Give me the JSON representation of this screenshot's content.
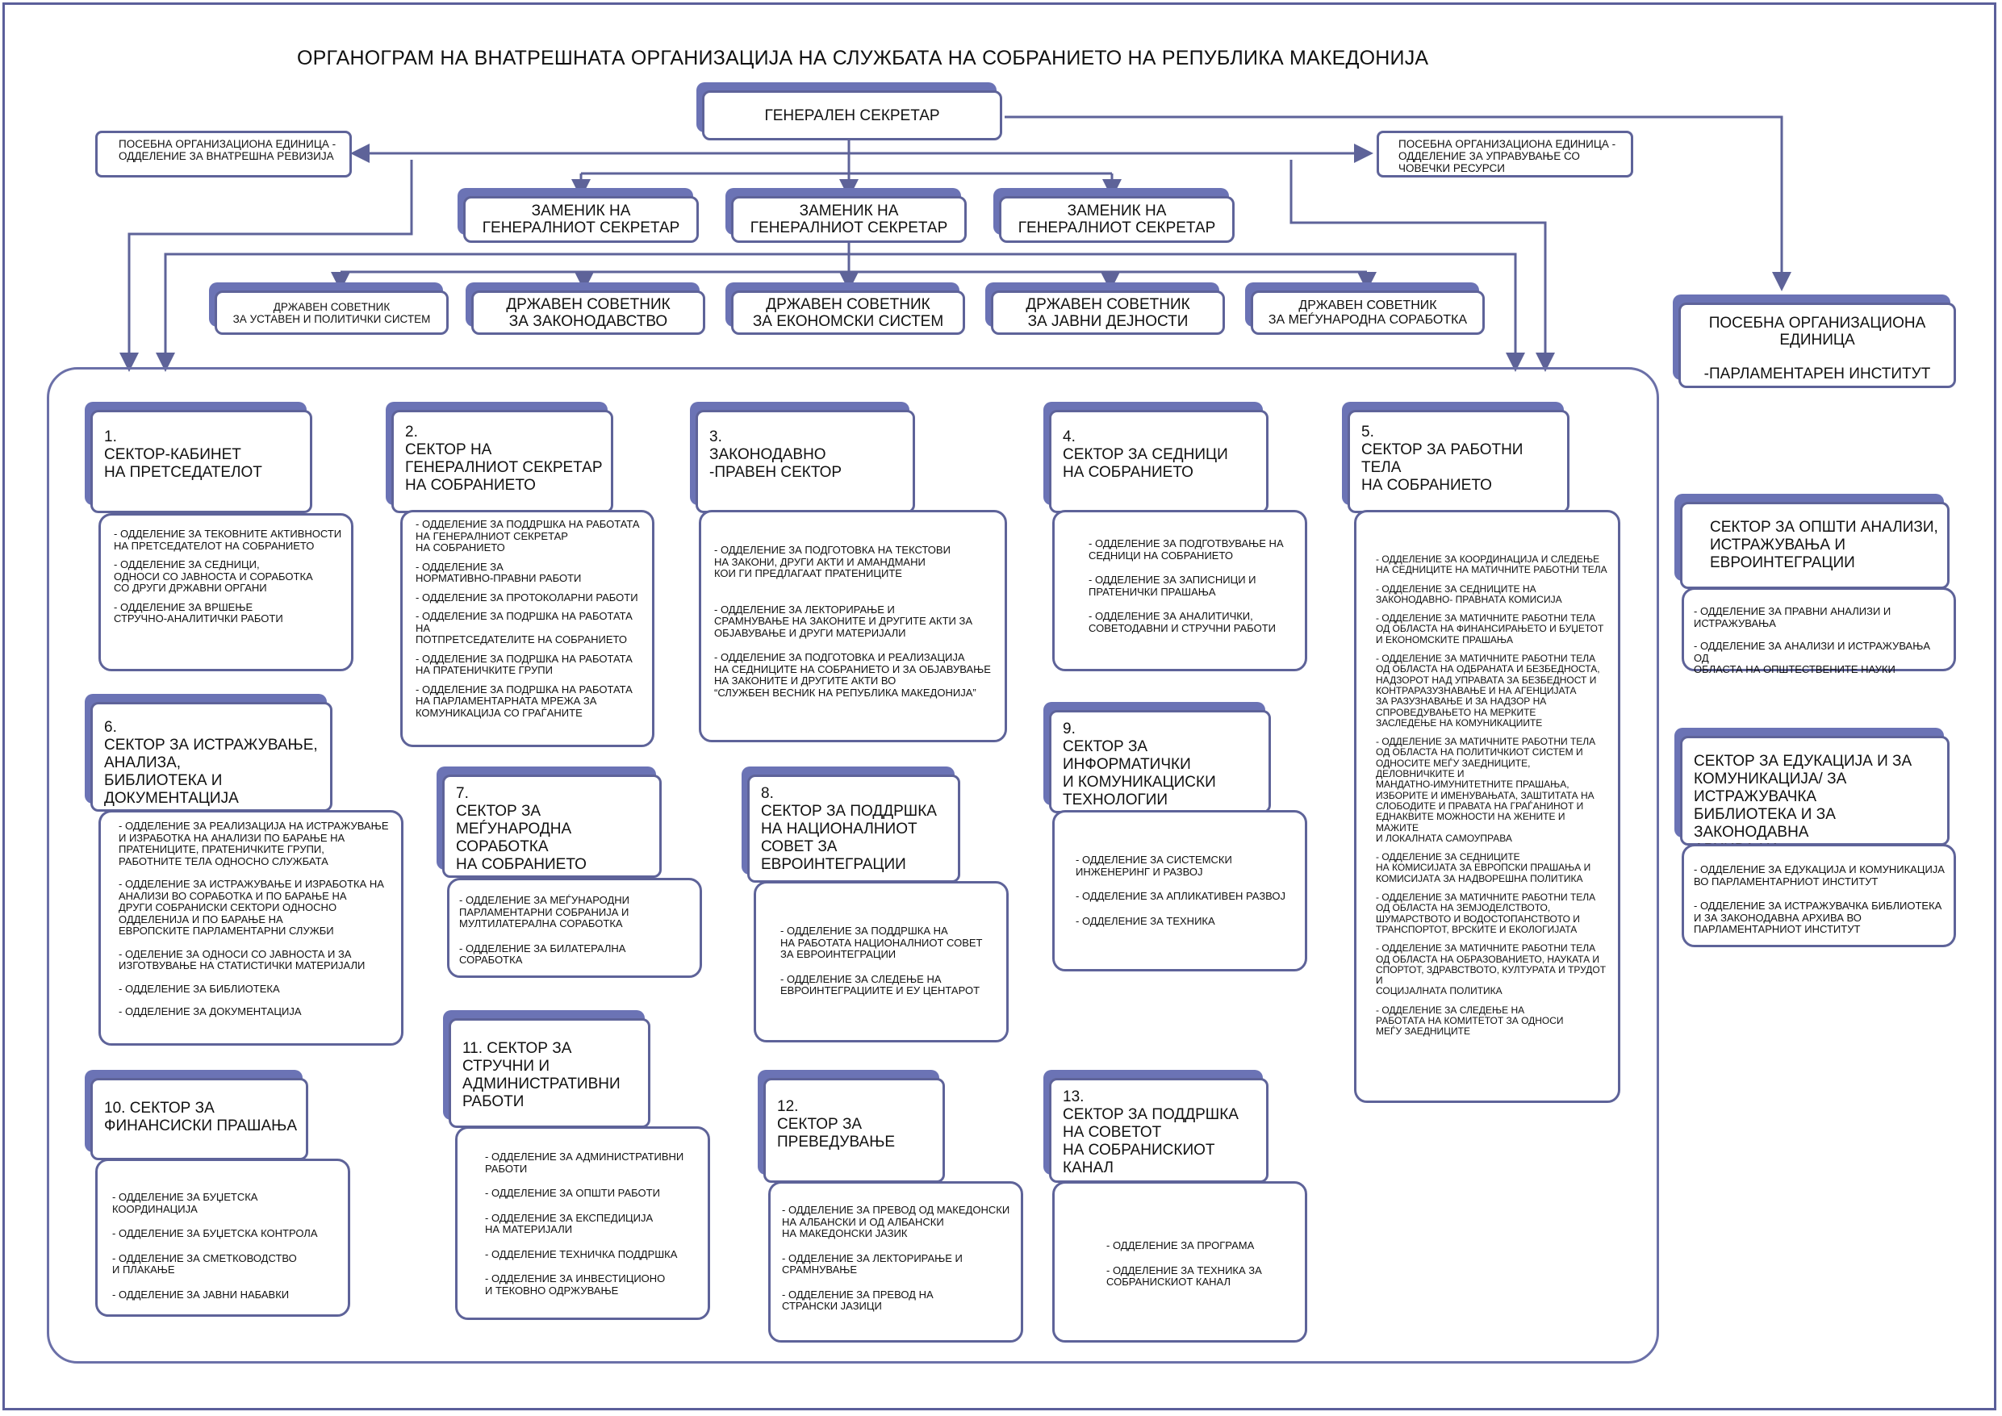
{
  "title": "ОРГАНОГРАМ НА ВНАТРЕШНАТА ОРГАНИЗАЦИЈА НА СЛУЖБАТА НА СОБРАНИЕТО НА РЕПУБЛИКА МАКЕДОНИЈА",
  "secretary_general": "ГЕНЕРАЛЕН СЕКРЕТАР",
  "special_left": "ПОСЕБНА ОРГАНИЗАЦИОНА ЕДИНИЦА -\nОДДЕЛЕНИЕ ЗА ВНАТРЕШНА РЕВИЗИЈА",
  "special_right": "ПОСЕБНА ОРГАНИЗАЦИОНА ЕДИНИЦА -\nОДДЕЛЕНИЕ ЗА УПРАВУВАЊЕ СО\nЧОВЕЧКИ РЕСУРСИ",
  "deputies": [
    "ЗАМЕНИК НА\nГЕНЕРАЛНИОТ СЕКРЕТАР",
    "ЗАМЕНИК НА\nГЕНЕРАЛНИОТ СЕКРЕТАР",
    "ЗАМЕНИК НА\nГЕНЕРАЛНИОТ СЕКРЕТАР"
  ],
  "advisors": [
    "ДРЖАВЕН СОВЕТНИК\nЗА УСТАВЕН И ПОЛИТИЧКИ СИСТЕМ",
    "ДРЖАВЕН СОВЕТНИК\nЗА ЗАКОНОДАВСТВО",
    "ДРЖАВЕН СОВЕТНИК\nЗА ЕКОНОМСКИ СИСТЕМ",
    "ДРЖАВЕН СОВЕТНИК\nЗА ЈАВНИ ДЕЈНОСТИ",
    "ДРЖАВЕН СОВЕТНИК\nЗА МЕЃУНАРОДНА СОРАБОТКА"
  ],
  "institute": {
    "title": "ПОСЕБНА ОРГАНИЗАЦИОНА\nЕДИНИЦА\n\n-ПАРЛАМЕНТАРЕН ИНСТИТУТ",
    "sectors": [
      {
        "title": "СЕКТОР ЗА ОПШТИ АНАЛИЗИ,\nИСТРАЖУВАЊА И\nЕВРОИНТЕГРАЦИИ",
        "departments": [
          "- ОДДЕЛЕНИЕ ЗА ПРАВНИ АНАЛИЗИ И ИСТРАЖУВАЊА",
          "- ОДДЕЛЕНИЕ ЗА АНАЛИЗИ И ИСТРАЖУВАЊА ОД\nОБЛАСТА НА ОПШТЕСТВЕНИТЕ НАУКИ"
        ]
      },
      {
        "title": "СЕКТОР ЗА ЕДУКАЦИЈА И ЗА\nКОМУНИКАЦИЈА/ ЗА ИСТРАЖУВАЧКА\nБИБЛИОТЕКА И ЗА ЗАКОНОДАВНА\nАРХИВА НА ПАРЛАМЕНТАРНИОТ\nИНСТИТУТ",
        "departments": [
          "- ОДДЕЛЕНИЕ ЗА ЕДУКАЦИЈА И КОМУНИКАЦИЈА\nВО ПАРЛАМЕНТАРНИОТ ИНСТИТУТ",
          "- ОДДЕЛЕНИЕ ЗА ИСТРАЖУВАЧКА БИБЛИОТЕКА\nИ ЗА ЗАКОНОДАВНА АРХИВА ВО\nПАРЛАМЕНТАРНИОТ ИНСТИТУТ"
        ]
      }
    ]
  },
  "sectors": [
    {
      "title": "1.\nСЕКТОР-КАБИНЕТ\nНА  ПРЕТСЕДАТЕЛОТ",
      "departments": [
        "- ОДДЕЛЕНИЕ ЗА ТЕКОВНИТЕ АКТИВНОСТИ\nНА ПРЕТСЕДАТЕЛОТ НА СОБРАНИЕТО",
        "- ОДДЕЛЕНИЕ ЗА  СЕДНИЦИ,\nОДНОСИ СО ЈАВНОСТА  И СОРАБОТКА\nСО ДРУГИ ДРЖАВНИ ОРГАНИ",
        "- ОДДЕЛЕНИЕ ЗА ВРШЕЊЕ\nСТРУЧНО-АНАЛИТИЧКИ РАБОТИ"
      ]
    },
    {
      "title": "2.\nСЕКТОР НА\nГЕНЕРАЛНИОТ СЕКРЕТАР\nНА СОБРАНИЕТО",
      "departments": [
        "- ОДДЕЛЕНИЕ ЗА ПОДДРШКА НА РАБОТАТА\nНА ГЕНЕРАЛНИОТ СЕКРЕТАР\nНА СОБРАНИЕТО",
        "- ОДДЕЛЕНИЕ ЗА\nНОРМАТИВНО-ПРАВНИ РАБОТИ",
        "- ОДДЕЛЕНИЕ ЗА ПРОТОКОЛАРНИ РАБОТИ",
        "- ОДДЕЛЕНИЕ ЗА ПОДРШКА НА РАБОТАТА НА\nПОТПРЕТСЕДАТЕЛИТЕ НА СОБРАНИЕТО",
        "- ОДДЕЛЕНИЕ ЗА ПОДРШКА НА РАБОТАТА\nНА ПРАТЕНИЧКИТЕ ГРУПИ",
        "- ОДДЕЛЕНИЕ ЗА ПОДРШКА НА РАБОТАТА\nНА ПАРЛАМЕНТАРНАТА МРЕЖА ЗА\nКОМУНИКАЦИЈА СО ГРАЃАНИТЕ"
      ]
    },
    {
      "title": "3.\nЗАКОНОДАВНО\n-ПРАВЕН СЕКТОР",
      "departments": [
        "- ОДДЕЛЕНИЕ ЗА ПОДГОТОВКА НА ТЕКСТОВИ\nНА ЗАКОНИ, ДРУГИ АКТИ И АМАНДМАНИ\nКОИ ГИ ПРЕДЛАГААТ ПРАТЕНИЦИТЕ",
        "- ОДДЕЛЕНИЕ ЗА ЛЕКТОРИРАЊЕ И\nСРАМНУВАЊЕ НА ЗАКОНИТЕ И ДРУГИТЕ АКТИ ЗА\nОБЈАВУВАЊЕ И ДРУГИ МАТЕРИЈАЛИ",
        "- ОДДЕЛЕНИЕ ЗА ПОДГОТОВКА И РЕАЛИЗАЦИЈА\nНА СЕДНИЦИТЕ НА СОБРАНИЕТО И ЗА ОБЈАВУВАЊЕ\nНА ЗАКОНИТЕ И ДРУГИТЕ АКТИ ВО\n“СЛУЖБЕН ВЕСНИК НА РЕПУБЛИКА МАКЕДОНИЈА”"
      ]
    },
    {
      "title": "4.\nСЕКТОР ЗА СЕДНИЦИ\nНА СОБРАНИЕТО",
      "departments": [
        "- ОДДЕЛЕНИЕ ЗА ПОДГОТВУВАЊЕ НА\nСЕДНИЦИ НА СОБРАНИЕТО",
        "- ОДДЕЛЕНИЕ ЗА ЗАПИСНИЦИ И\nПРАТЕНИЧКИ ПРАШАЊА",
        "- ОДДЕЛЕНИЕ ЗА АНАЛИТИЧКИ,\nСОВЕТОДАВНИ И СТРУЧНИ РАБОТИ"
      ]
    },
    {
      "title": "5.\nСЕКТОР ЗА РАБОТНИ ТЕЛА\nНА СОБРАНИЕТО",
      "departments": [
        "- ОДДЕЛЕНИЕ ЗА КООРДИНАЦИЈА И СЛЕДЕЊЕ\nНА СЕДНИЦИТЕ НА МАТИЧНИТЕ РАБОТНИ ТЕЛА",
        "- ОДДЕЛЕНИЕ ЗА СЕДНИЦИТЕ НА\nЗАКОНОДАВНО- ПРАВНАТА  КОМИСИЈА",
        "- ОДДЕЛЕНИЕ ЗА МАТИЧНИТЕ РАБОТНИ ТЕЛА\nОД ОБЛАСТА НА ФИНАНСИРАЊЕТО И БУЏЕТОТ\nИ ЕКОНОМСКИТЕ ПРАШАЊА",
        "- ОДДЕЛЕНИЕ ЗА МАТИЧНИТЕ РАБОТНИ  ТЕЛА\nОД ОБЛАСТА НА ОДБРАНАТА И БЕЗБЕДНОСТА,\nНАДЗОРОТ НАД УПРАВАТА ЗА БЕЗБЕДНОСТ И\nКОНТРАРАЗУЗНАВАЊЕ И НА АГЕНЦИЈАТА\nЗА РАЗУЗНАВАЊЕ  И ЗА НАДЗОР НА\nСПРОВЕДУВАЊЕТО НА МЕРКИТЕ\nЗАСЛЕДЕЊЕ НА КОМУНИКАЦИИТЕ",
        "- ОДДЕЛЕНИЕ ЗА МАТИЧНИТЕ РАБОТНИ  ТЕЛА\nОД ОБЛАСТА НА ПОЛИТИЧКИОТ СИСТЕМ И\nОДНОСИТЕ МЕЃУ ЗАЕДНИЦИТЕ, ДЕЛОВНИЧКИТЕ И\nМАНДАТНО-ИМУНИТЕТНИТЕ ПРАШАЊА,\nИЗБОРИТЕ И ИМЕНУВАЊАТА, ЗАШТИТАТА НА\nСЛОБОДИТЕ И ПРАВАТА НА ГРАЃАНИНОТ И\nЕДНАКВИТЕ МОЖНОСТИ НА ЖЕНИТЕ И МАЖИТЕ\nИ ЛОКАЛНАТА САМОУПРАВА",
        "- ОДДЕЛЕНИЕ ЗА СЕДНИЦИТЕ\nНА КОМИСИЈАТА ЗА ЕВРОПСКИ ПРАШАЊА И\nКОМИСИЈАТА ЗА НАДВОРЕШНА ПОЛИТИКА",
        "- ОДДЕЛЕНИЕ ЗА МАТИЧНИТЕ РАБОТНИ  ТЕЛА\nОД ОБЛАСТА НА ЗЕМЈОДЕЛСТВОТО,\nШУМАРСТВОТО И ВОДОСТОПАНСТВОТО И\nТРАНСПОРТОТ, ВРСКИТЕ И ЕКОЛОГИЈАТА",
        "- ОДДЕЛЕНИЕ ЗА МАТИЧНИТЕ РАБОТНИ  ТЕЛА\nОД ОБЛАСТА НА ОБРАЗОВАНИЕТО, НАУКАТА И\nСПОРТОТ, ЗДРАВСТВОТО, КУЛТУРАТА И ТРУДОТ И\nСОЦИЈАЛНАТА ПОЛИТИКА",
        "- ОДДЕЛЕНИЕ ЗА СЛЕДЕЊЕ НА\nРАБОТАТА НА КОМИТЕТОТ ЗА ОДНОСИ\nМЕЃУ ЗАЕДНИЦИТЕ"
      ]
    },
    {
      "title": "6.\nСЕКТОР ЗА ИСТРАЖУВАЊЕ,\nАНАЛИЗА,\nБИБЛИОТЕКА И\nДОКУМЕНТАЦИЈА",
      "departments": [
        "- ОДДЕЛЕНИЕ ЗА РЕАЛИЗАЦИЈА НА ИСТРАЖУВАЊЕ\nИ ИЗРАБОТКА НА АНАЛИЗИ ПО БАРАЊЕ НА\nПРАТЕНИЦИТЕ, ПРАТЕНИЧКИТЕ ГРУПИ,\nРАБОТНИТЕ ТЕЛА ОДНОСНО СЛУЖБАТА",
        "- ОДДЕЛЕНИЕ ЗА ИСТРАЖУВАЊЕ И ИЗРАБОТКА НА\nАНАЛИЗИ ВО СОРАБОТКА И ПО БАРАЊЕ НА\nДРУГИ СОБРАНИСКИ СЕКТОРИ ОДНОСНО\nОДДЕЛЕНИЈА И ПО БАРАЊЕ НА\nЕВРОПСКИТЕ ПАРЛАМЕНТАРНИ СЛУЖБИ",
        "- ОДЕЛЕНИЕ ЗА ОДНОСИ СО ЈАВНОСТА И ЗА\nИЗГОТВУВАЊЕ НА СТАТИСТИЧКИ МАТЕРИЈАЛИ",
        "- ОДДЕЛЕНИЕ ЗА БИБЛИОТЕКА",
        "- ОДДЕЛЕНИЕ ЗА ДОКУМЕНТАЦИЈА"
      ]
    },
    {
      "title": "7.\nСЕКТОР ЗА МЕЃУНАРОДНА\nСОРАБОТКА\nНА СОБРАНИЕТО",
      "departments": [
        "- ОДДЕЛЕНИЕ ЗА МЕЃУНАРОДНИ\nПАРЛАМЕНТАРНИ СОБРАНИЈА И\nМУЛТИЛАТЕРАЛНА СОРАБОТКА",
        "- ОДДЕЛЕНИЕ ЗА БИЛАТЕРАЛНА СОРАБОТКА"
      ]
    },
    {
      "title": "8.\nСЕКТОР ЗА ПОДДРШКА\nНА НАЦИОНАЛНИОТ\nСОВЕТ ЗА\nЕВРОИНТЕГРАЦИИ",
      "departments": [
        "- ОДДЕЛЕНИЕ ЗА ПОДДРШКА НА\nНА РАБОТАТА НАЦИОНАЛНИОТ СОВЕТ\nЗА ЕВРОИНТЕГРАЦИИ",
        "- ОДДЕЛЕНИЕ ЗА СЛЕДЕЊЕ НА\nЕВРОИНТЕГРАЦИИТЕ И ЕУ ЦЕНТАРОТ"
      ]
    },
    {
      "title": "9.\nСЕКТОР ЗА ИНФОРМАТИЧКИ\nИ КОМУНИКАЦИСКИ\nТЕХНОЛОГИИ",
      "departments": [
        "- ОДДЕЛЕНИЕ ЗА СИСТЕМСКИ\nИНЖЕНЕРИНГ И РАЗВОЈ",
        "- ОДДЕЛЕНИЕ ЗА АПЛИКАТИВЕН РАЗВОЈ",
        "- ОДДЕЛЕНИЕ ЗА ТЕХНИКА"
      ]
    },
    {
      "title": "10. СЕКТОР ЗА\nФИНАНСИСКИ ПРАШАЊА",
      "departments": [
        "- ОДДЕЛЕНИЕ ЗА БУЏЕТСКА КООРДИНАЦИЈА",
        "- ОДДЕЛЕНИЕ ЗА БУЏЕТСКА  КОНТРОЛА",
        "- ОДДЕЛЕНИЕ ЗА СМЕТКОВОДСТВО\nИ ПЛАКАЊЕ",
        "- ОДДЕЛЕНИЕ ЗА ЈАВНИ НАБАВКИ"
      ]
    },
    {
      "title": "11. СЕКТОР ЗА\nСТРУЧНИ И\nАДМИНИСТРАТИВНИ\nРАБОТИ",
      "departments": [
        "- ОДДЕЛЕНИЕ ЗА АДМИНИСТРАТИВНИ\nРАБОТИ",
        "- ОДДЕЛЕНИЕ ЗА ОПШТИ РАБОТИ",
        "- ОДДЕЛЕНИЕ ЗА ЕКСПЕДИЦИЈА\nНА МАТЕРИЈАЛИ",
        "- ОДДЕЛЕНИЕ ТЕХНИЧКА ПОДДРШКА",
        "- ОДДЕЛЕНИЕ ЗА ИНВЕСТИЦИОНО\nИ ТЕКОВНО ОДРЖУВАЊЕ"
      ]
    },
    {
      "title": "12.\nСЕКТОР ЗА\nПРЕВЕДУВАЊЕ",
      "departments": [
        "- ОДДЕЛЕНИЕ ЗА ПРЕВОД ОД МАКЕДОНСКИ\nНА АЛБАНСКИ И ОД АЛБАНСКИ\nНА МАКЕДОНСКИ ЈАЗИК",
        "- ОДДЕЛЕНИЕ ЗА ЛЕКТОРИРАЊЕ И\nСРАМНУВАЊЕ",
        "- ОДДЕЛЕНИЕ ЗА ПРЕВОД НА\nСТРАНСКИ ЈАЗИЦИ"
      ]
    },
    {
      "title": "13.\nСЕКТОР ЗА ПОДДРШКА\nНА СОВЕТОТ\nНА СОБРАНИСКИОТ КАНАЛ",
      "departments": [
        "- ОДДЕЛЕНИЕ ЗА ПРОГРАМА",
        "- ОДДЕЛЕНИЕ ЗА ТЕХНИКА ЗА\nСОБРАНИСКИОТ КАНАЛ"
      ]
    }
  ]
}
